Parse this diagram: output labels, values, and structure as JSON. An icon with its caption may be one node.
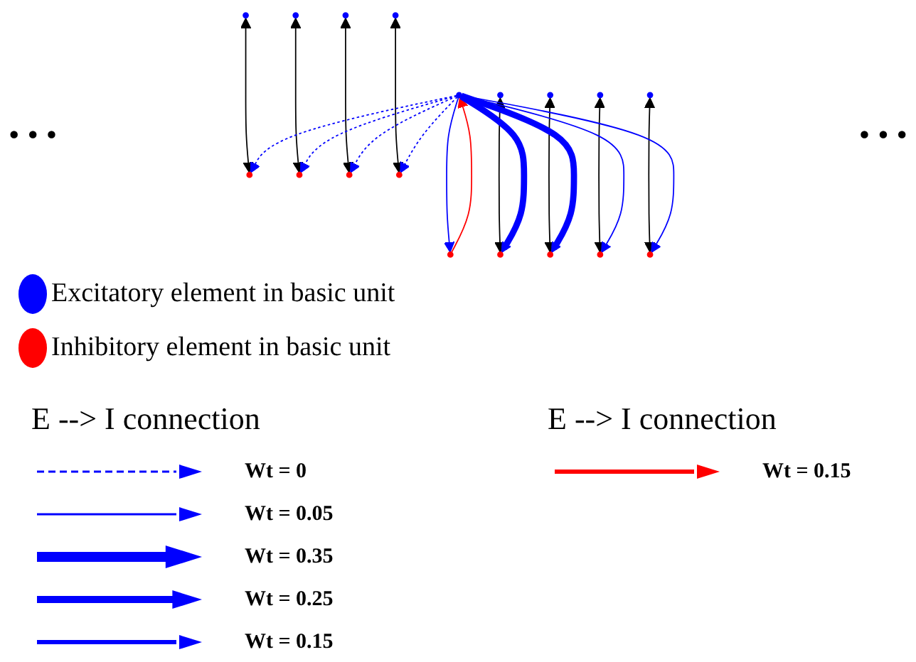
{
  "diagram": {
    "nodes": [
      {
        "text": [],
        "shape": "ellipse"
      },
      {
        "text": [],
        "shape": "ellipse"
      },
      {
        "text": [],
        "shape": "ellipse"
      },
      {
        "text": [],
        "shape": "ellipse"
      },
      {
        "text": [],
        "shape": "ellipse"
      },
      {
        "text": [],
        "shape": "ellipse"
      },
      {
        "text": [],
        "shape": "ellipse"
      },
      {
        "text": [],
        "shape": "ellipse"
      },
      {
        "text": [],
        "shape": "ellipse"
      },
      {
        "text": [],
        "shape": "ellipse"
      },
      {
        "text": [],
        "shape": "ellipse"
      },
      {
        "text": [],
        "shape": "ellipse"
      },
      {
        "text": [],
        "shape": "ellipse"
      },
      {
        "text": [],
        "shape": "ellipse"
      },
      {
        "text": [],
        "shape": "ellipse"
      },
      {
        "text": [],
        "shape": "ellipse"
      },
      {
        "text": [],
        "shape": "ellipse"
      },
      {
        "text": [],
        "shape": "ellipse"
      }
    ],
    "edges": [
      {
        "from": 0,
        "to": 9,
        "arrow": "both",
        "color": "#000000"
      },
      {
        "from": 1,
        "to": 10,
        "arrow": "both",
        "color": "#000000"
      },
      {
        "from": 2,
        "to": 11,
        "arrow": "both",
        "color": "#000000"
      },
      {
        "from": 3,
        "to": 12,
        "arrow": "both",
        "color": "#000000"
      },
      {
        "from": 5,
        "to": 14,
        "arrow": "both",
        "color": "#000000"
      },
      {
        "from": 6,
        "to": 15,
        "arrow": "both",
        "color": "#000000"
      },
      {
        "from": 7,
        "to": 16,
        "arrow": "both",
        "color": "#000000"
      },
      {
        "from": 8,
        "to": 17,
        "arrow": "both",
        "color": "#000000"
      },
      {
        "from": 4,
        "to": 9,
        "arrow": "to",
        "style": "dashed",
        "color": "#0000ff"
      },
      {
        "from": 4,
        "to": 10,
        "arrow": "to",
        "style": "dashed",
        "color": "#0000ff"
      },
      {
        "from": 4,
        "to": 11,
        "arrow": "to",
        "style": "dashed",
        "color": "#0000ff"
      },
      {
        "from": 4,
        "to": 12,
        "arrow": "to",
        "style": "dashed",
        "color": "#0000ff"
      },
      {
        "from": 13,
        "to": 4,
        "arrow": "to",
        "color": "#ff0000"
      },
      {
        "from": 4,
        "to": 13,
        "arrow": "to",
        "color": "#0000ff"
      },
      {
        "from": 4,
        "to": 14,
        "arrow": "to",
        "style": "thick",
        "color": "#0000ff"
      },
      {
        "from": 4,
        "to": 15,
        "arrow": "to",
        "style": "thick",
        "color": "#0000ff"
      },
      {
        "from": 4,
        "to": 16,
        "arrow": "to",
        "color": "#0000ff"
      },
      {
        "from": 4,
        "to": 17,
        "arrow": "to",
        "color": "#0000ff"
      }
    ],
    "labels": [
      "• • •",
      "• • •",
      "E --> I connection",
      "E --> I connection"
    ],
    "legend": [
      {
        "text": "Excitatory element in basic unit",
        "color": "#0000ff"
      },
      {
        "text": "Inhibitory element in basic unit",
        "color": "#ff0000"
      },
      {
        "text": "Wt = 0"
      },
      {
        "text": "Wt = 0.05"
      },
      {
        "text": "Wt = 0.35"
      },
      {
        "text": "Wt = 0.25"
      },
      {
        "text": "Wt = 0.15"
      },
      {
        "text": "Wt = 0.15"
      }
    ]
  }
}
